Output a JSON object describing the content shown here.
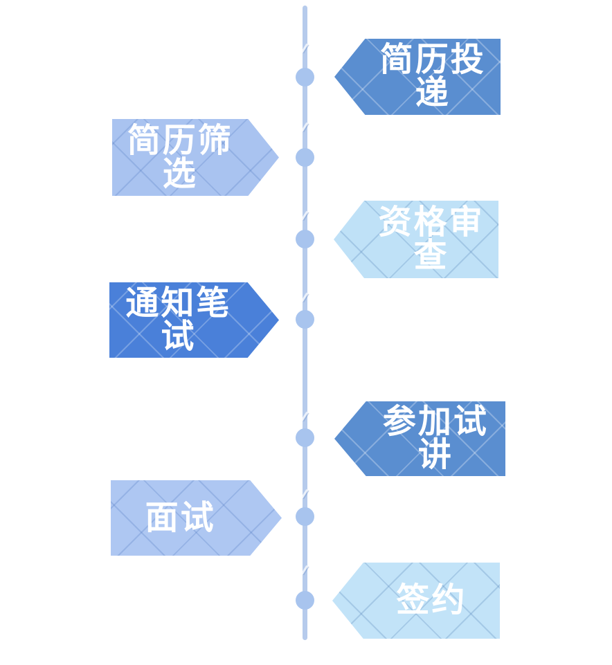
{
  "diagram": {
    "timeline": {
      "line_color": "#b6cbec",
      "dot_color": "#a8c4ee"
    },
    "steps": [
      {
        "label": "简历投递",
        "side": "right",
        "color": "#5a8ed0",
        "text_color": "#ffffff"
      },
      {
        "label": "简历筛选",
        "side": "left",
        "color": "#a9c3f0",
        "text_color": "#ffffff"
      },
      {
        "label": "资格审查",
        "side": "right",
        "color": "#bfe1f7",
        "text_color": "#ffffff"
      },
      {
        "label": "通知笔试",
        "side": "left",
        "color": "#4a80d9",
        "text_color": "#ffffff"
      },
      {
        "label": "参加试讲",
        "side": "right",
        "color": "#5a8ed0",
        "text_color": "#ffffff"
      },
      {
        "label": "面试",
        "side": "left",
        "color": "#aec7f2",
        "text_color": "#ffffff"
      },
      {
        "label": "签约",
        "side": "right",
        "color": "#c2e3f8",
        "text_color": "#ffffff"
      }
    ]
  }
}
